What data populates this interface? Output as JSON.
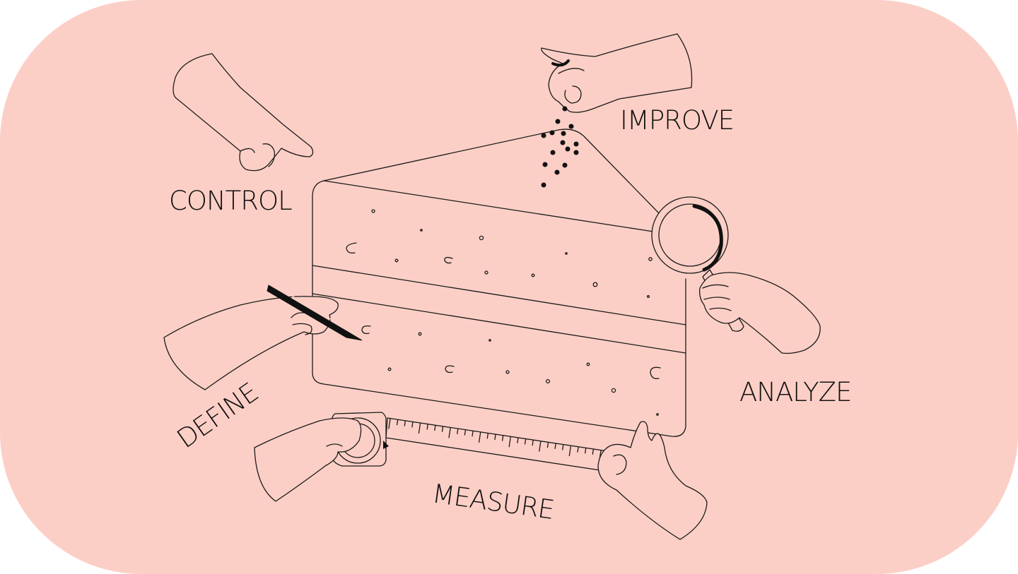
{
  "colors": {
    "panel": "#fccfc6",
    "ink": "#111111"
  },
  "labels": {
    "control": "CONTROL",
    "improve": "IMPROVE",
    "analyze": "ANALYZE",
    "define": "DEFINE",
    "measure": "MEASURE"
  },
  "icons": {
    "pointing_hand": "pointing-hand-icon",
    "sprinkling_hand": "sprinkling-hand-icon",
    "magnifier_hand": "magnifier-hand-icon",
    "pencil_hand": "pencil-hand-icon",
    "tape_measure_hands": "tape-measure-icon",
    "cake_slice": "cake-slice-icon"
  }
}
